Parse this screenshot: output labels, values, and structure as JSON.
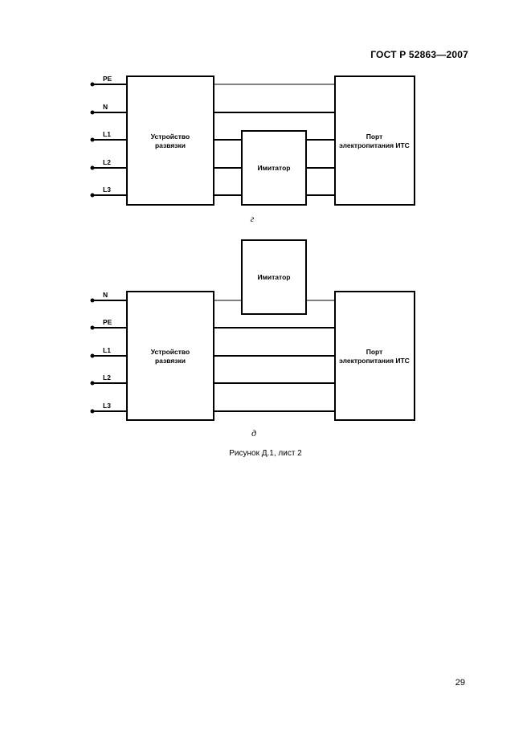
{
  "header": {
    "standard": "ГОСТ Р 52863—2007"
  },
  "diagram_g": {
    "inputs": [
      "PE",
      "N",
      "L1",
      "L2",
      "L3"
    ],
    "isolation_device": [
      "Устройство",
      "развязки"
    ],
    "simulator": "Имитатор",
    "port": [
      "Порт",
      "электропитания ИТС"
    ],
    "variant_label": "г"
  },
  "diagram_d": {
    "inputs": [
      "N",
      "PE",
      "L1",
      "L2",
      "L3"
    ],
    "isolation_device": [
      "Устройство",
      "развязки"
    ],
    "simulator": "Имитатор",
    "port": [
      "Порт",
      "электропитания ИТС"
    ],
    "variant_label": "д"
  },
  "caption": "Рисунок Д.1, лист 2",
  "page_number": "29"
}
